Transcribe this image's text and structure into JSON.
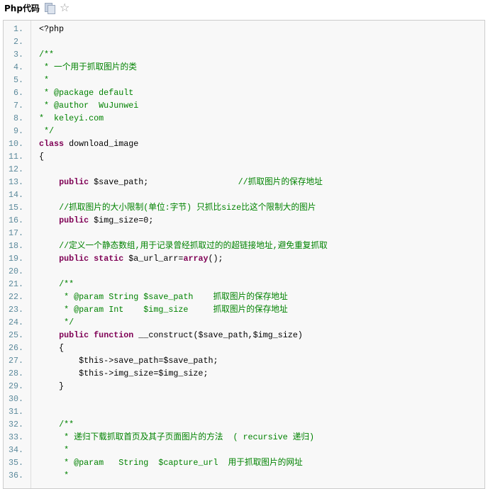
{
  "header": {
    "title": "Php代码",
    "icons": [
      "copy-icon",
      "star-icon"
    ]
  },
  "colors": {
    "keyword": "#7f0055",
    "comment": "#008200",
    "line_number": "#5c8a9c"
  },
  "lines": [
    [
      [
        "d",
        "<?php"
      ]
    ],
    [],
    [
      [
        "c",
        "/**"
      ]
    ],
    [
      [
        "c",
        " * 一个用于抓取图片的类"
      ]
    ],
    [
      [
        "c",
        " *"
      ]
    ],
    [
      [
        "c",
        " * @package default"
      ]
    ],
    [
      [
        "c",
        " * @author  WuJunwei"
      ]
    ],
    [
      [
        "c",
        "*  keleyi.com"
      ]
    ],
    [
      [
        "c",
        " */"
      ]
    ],
    [
      [
        "k",
        "class"
      ],
      [
        "d",
        " download_image"
      ]
    ],
    [
      [
        "d",
        "{"
      ]
    ],
    [],
    [
      [
        "d",
        "    "
      ],
      [
        "k",
        "public"
      ],
      [
        "d",
        " $save_path;                  "
      ],
      [
        "c",
        "//抓取图片的保存地址"
      ]
    ],
    [],
    [
      [
        "d",
        "    "
      ],
      [
        "c",
        "//抓取图片的大小限制(单位:字节) 只抓比size比这个限制大的图片"
      ]
    ],
    [
      [
        "d",
        "    "
      ],
      [
        "k",
        "public"
      ],
      [
        "d",
        " $img_size=0;"
      ]
    ],
    [],
    [
      [
        "d",
        "    "
      ],
      [
        "c",
        "//定义一个静态数组,用于记录曾经抓取过的的超链接地址,避免重复抓取"
      ]
    ],
    [
      [
        "d",
        "    "
      ],
      [
        "k",
        "public"
      ],
      [
        "d",
        " "
      ],
      [
        "k",
        "static"
      ],
      [
        "d",
        " $a_url_arr="
      ],
      [
        "k",
        "array"
      ],
      [
        "d",
        "();"
      ]
    ],
    [],
    [
      [
        "d",
        "    "
      ],
      [
        "c",
        "/**"
      ]
    ],
    [
      [
        "d",
        "    "
      ],
      [
        "c",
        " * @param String $save_path    抓取图片的保存地址"
      ]
    ],
    [
      [
        "d",
        "    "
      ],
      [
        "c",
        " * @param Int    $img_size     抓取图片的保存地址"
      ]
    ],
    [
      [
        "d",
        "    "
      ],
      [
        "c",
        " */"
      ]
    ],
    [
      [
        "d",
        "    "
      ],
      [
        "k",
        "public"
      ],
      [
        "d",
        " "
      ],
      [
        "k",
        "function"
      ],
      [
        "d",
        " __construct($save_path,$img_size)"
      ]
    ],
    [
      [
        "d",
        "    {"
      ]
    ],
    [
      [
        "d",
        "        $this->save_path=$save_path;"
      ]
    ],
    [
      [
        "d",
        "        $this->img_size=$img_size;"
      ]
    ],
    [
      [
        "d",
        "    }"
      ]
    ],
    [],
    [],
    [
      [
        "d",
        "    "
      ],
      [
        "c",
        "/**"
      ]
    ],
    [
      [
        "d",
        "    "
      ],
      [
        "c",
        " * 递归下载抓取首页及其子页面图片的方法  ( recursive 递归)"
      ]
    ],
    [
      [
        "d",
        "    "
      ],
      [
        "c",
        " *"
      ]
    ],
    [
      [
        "d",
        "    "
      ],
      [
        "c",
        " * @param   String  $capture_url  用于抓取图片的网址"
      ]
    ],
    [
      [
        "d",
        "    "
      ],
      [
        "c",
        " *"
      ]
    ]
  ]
}
